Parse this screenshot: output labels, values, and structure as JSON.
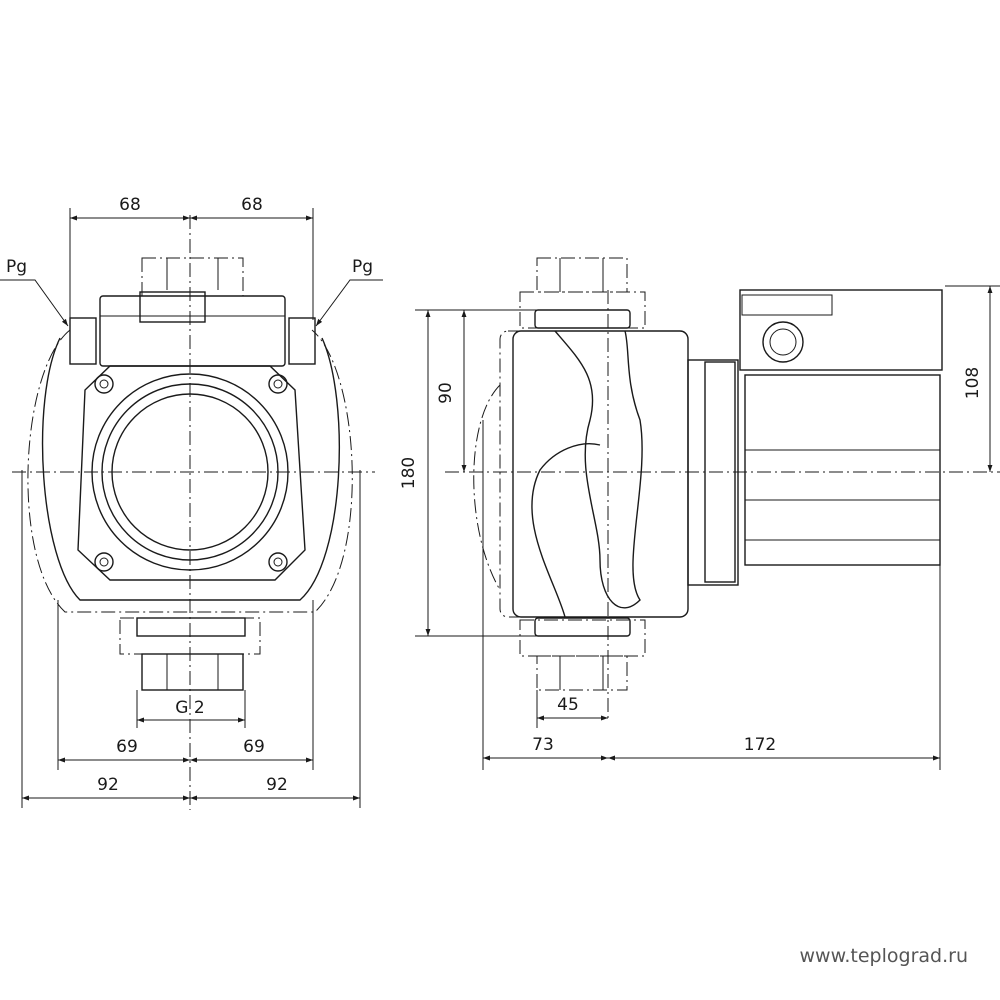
{
  "front_view": {
    "dims": {
      "top_left": "68",
      "top_right": "68",
      "thread": "G 2",
      "mid_left": "69",
      "mid_right": "69",
      "bottom_left": "92",
      "bottom_right": "92"
    },
    "callouts": {
      "left": "Pg",
      "right": "Pg"
    }
  },
  "side_view": {
    "dims": {
      "height_total": "180",
      "height_half": "90",
      "motor_height": "108",
      "flange_offset": "45",
      "left_depth": "73",
      "motor_length": "172"
    }
  },
  "watermark": "www.teplograd.ru"
}
